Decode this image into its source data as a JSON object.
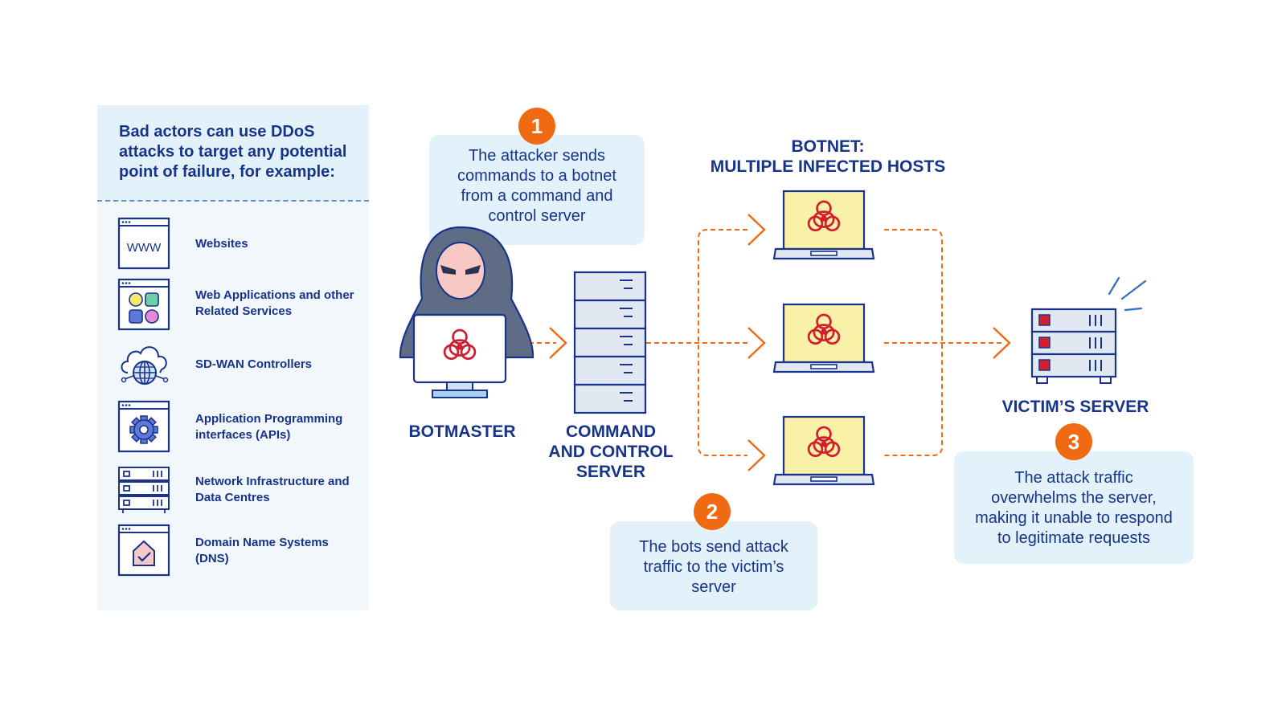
{
  "panel": {
    "title": "Bad actors can use DDoS attacks to target any potential point of failure, for example:",
    "items": [
      {
        "label": "Websites",
        "icon": "www-window-icon"
      },
      {
        "label": "Web Applications and other Related Services",
        "icon": "web-apps-icon"
      },
      {
        "label": "SD-WAN Controllers",
        "icon": "cloud-globe-icon"
      },
      {
        "label": "Application Programming interfaces (APIs)",
        "icon": "gear-window-icon"
      },
      {
        "label": "Network Infrastructure and Data Centres",
        "icon": "server-rack-icon"
      },
      {
        "label": "Domain Name Systems (DNS)",
        "icon": "dns-house-icon"
      }
    ],
    "www_text": "WWW"
  },
  "steps": [
    {
      "number": "1",
      "text": "The attacker sends commands to a botnet from a command and control server"
    },
    {
      "number": "2",
      "text": "The bots send attack traffic to the victim’s server"
    },
    {
      "number": "3",
      "text": "The attack traffic overwhelms the server, making it unable to respond to legitimate requests"
    }
  ],
  "labels": {
    "botmaster": "BOTMASTER",
    "c2_line1": "COMMAND",
    "c2_line2": "AND CONTROL",
    "c2_line3": "SERVER",
    "botnet_line1": "BOTNET:",
    "botnet_line2": "MULTIPLE INFECTED HOSTS",
    "victim": "VICTIM’S SERVER"
  },
  "colors": {
    "navy": "#17338a",
    "orange": "#f06a14",
    "callout_bg": "#e3f2fa",
    "panel_bg": "#f2f7fc",
    "screen_yellow": "#faf1a8",
    "biohazard_red": "#d01f2e",
    "hood_gray": "#5e6c86"
  }
}
